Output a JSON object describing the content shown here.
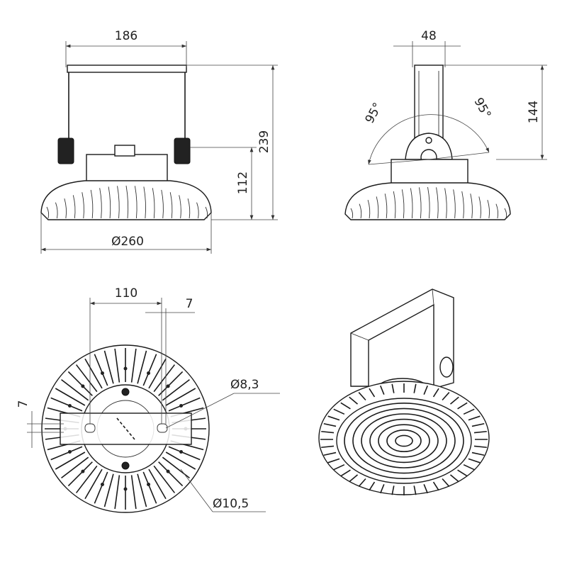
{
  "title": "Luminaire dimension drawing",
  "front_view": {
    "width": "186",
    "total_height": "239",
    "body_height": "112",
    "diameter": "Ø260"
  },
  "side_view": {
    "bracket_width": "48",
    "bracket_height": "144",
    "tilt_left": "95°",
    "tilt_right": "95°"
  },
  "bottom_view": {
    "hole_spacing": "110",
    "hole_offset": "7",
    "slot_width": "7",
    "hole_small": "Ø8,3",
    "hole_large": "Ø10,5"
  },
  "colors": {
    "line": "#1a1a1a",
    "dimension": "#444444"
  }
}
